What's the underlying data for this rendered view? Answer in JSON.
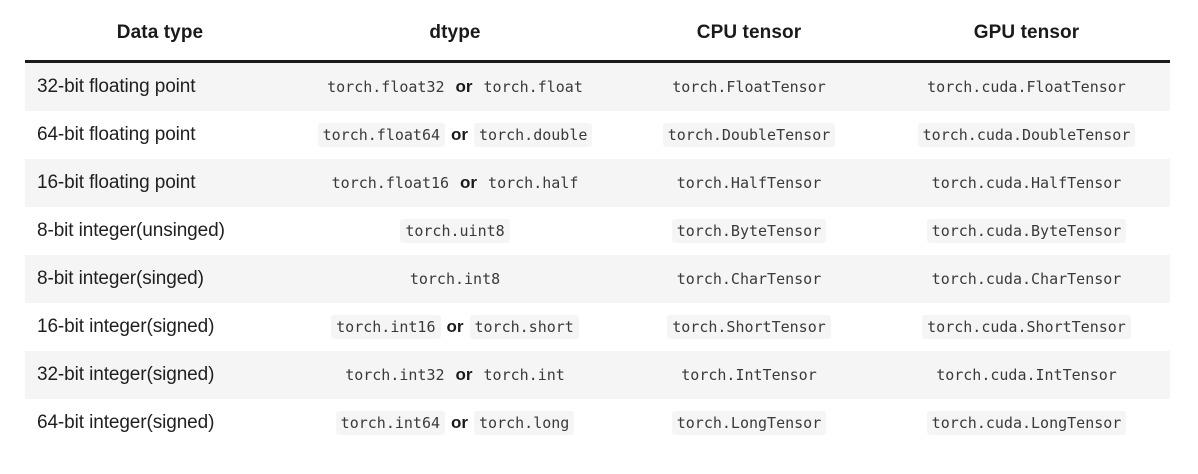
{
  "table": {
    "columns": [
      {
        "key": "data_type",
        "label": "Data type"
      },
      {
        "key": "dtype",
        "label": "dtype"
      },
      {
        "key": "cpu",
        "label": "CPU tensor"
      },
      {
        "key": "gpu",
        "label": "GPU tensor"
      }
    ],
    "separator_word": "or",
    "rows": [
      {
        "data_type": "32-bit floating point",
        "dtype_primary": "torch.float32",
        "dtype_alias": "torch.float",
        "cpu": "torch.FloatTensor",
        "gpu": "torch.cuda.FloatTensor"
      },
      {
        "data_type": "64-bit floating point",
        "dtype_primary": "torch.float64",
        "dtype_alias": "torch.double",
        "cpu": "torch.DoubleTensor",
        "gpu": "torch.cuda.DoubleTensor"
      },
      {
        "data_type": "16-bit floating point",
        "dtype_primary": "torch.float16",
        "dtype_alias": "torch.half",
        "cpu": "torch.HalfTensor",
        "gpu": "torch.cuda.HalfTensor"
      },
      {
        "data_type": "8-bit integer(unsinged)",
        "dtype_primary": "torch.uint8",
        "dtype_alias": "",
        "cpu": "torch.ByteTensor",
        "gpu": "torch.cuda.ByteTensor"
      },
      {
        "data_type": "8-bit integer(singed)",
        "dtype_primary": "torch.int8",
        "dtype_alias": "",
        "cpu": "torch.CharTensor",
        "gpu": "torch.cuda.CharTensor"
      },
      {
        "data_type": "16-bit integer(signed)",
        "dtype_primary": "torch.int16",
        "dtype_alias": "torch.short",
        "cpu": "torch.ShortTensor",
        "gpu": "torch.cuda.ShortTensor"
      },
      {
        "data_type": "32-bit integer(signed)",
        "dtype_primary": "torch.int32",
        "dtype_alias": "torch.int",
        "cpu": "torch.IntTensor",
        "gpu": "torch.cuda.IntTensor"
      },
      {
        "data_type": "64-bit integer(signed)",
        "dtype_primary": "torch.int64",
        "dtype_alias": "torch.long",
        "cpu": "torch.LongTensor",
        "gpu": "torch.cuda.LongTensor"
      }
    ]
  },
  "colors": {
    "page_background": "#ffffff",
    "row_stripe": "#f5f5f5",
    "code_chip_background": "#f5f5f5",
    "header_rule": "#1a1a1a",
    "text": "#1f1f1f",
    "code_text": "#3a3a3a"
  }
}
